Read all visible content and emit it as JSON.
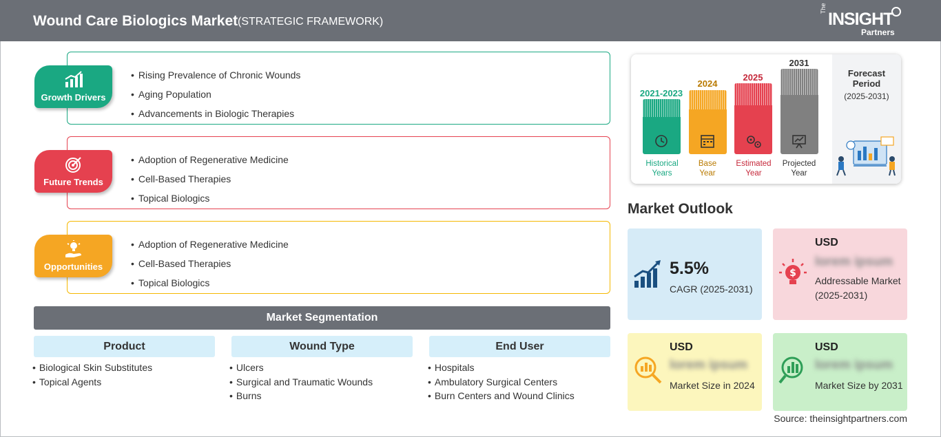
{
  "header": {
    "title": "Wound Care Biologics Market",
    "subtitle": "(STRATEGIC FRAMEWORK)",
    "logo": {
      "the": "The",
      "insight": "INSIGHT",
      "partners": "Partners"
    }
  },
  "drivers": [
    {
      "label": "Growth Drivers",
      "color": "#1aa882",
      "icon": "bar-chart-growth-icon",
      "items": [
        "Rising Prevalence of Chronic Wounds",
        "Aging Population",
        "Advancements in Biologic Therapies"
      ]
    },
    {
      "label": "Future Trends",
      "color": "#e5414f",
      "icon": "target-icon",
      "items": [
        "Adoption of Regenerative Medicine",
        "Cell-Based Therapies",
        "Topical Biologics"
      ]
    },
    {
      "label": "Opportunities",
      "color": "#f5a623",
      "icon": "hand-lightbulb-icon",
      "items": [
        "Adoption of Regenerative Medicine",
        "Cell-Based Therapies",
        "Topical Biologics"
      ]
    }
  ],
  "segmentation": {
    "title": "Market Segmentation",
    "columns": [
      {
        "head": "Product",
        "items": [
          "Biological Skin Substitutes",
          "Topical Agents"
        ]
      },
      {
        "head": "Wound Type",
        "items": [
          "Ulcers",
          "Surgical and Traumatic Wounds",
          "Burns"
        ]
      },
      {
        "head": "End User",
        "items": [
          "Hospitals",
          "Ambulatory Surgical Centers",
          "Burn Centers and Wound Clinics"
        ]
      }
    ]
  },
  "timeline": {
    "periods": [
      {
        "year": "2021-2023",
        "label_line1": "Historical",
        "label_line2": "Years",
        "color": "#1aa882",
        "icon": "history-icon"
      },
      {
        "year": "2024",
        "label_line1": "Base",
        "label_line2": "Year",
        "color": "#f5a623",
        "icon": "calendar-icon"
      },
      {
        "year": "2025",
        "label_line1": "Estimated",
        "label_line2": "Year",
        "color": "#e5414f",
        "icon": "gears-icon"
      },
      {
        "year": "2031",
        "label_line1": "Projected",
        "label_line2": "Year",
        "color": "#808080",
        "icon": "presentation-icon"
      }
    ],
    "forecast_title_line1": "Forecast",
    "forecast_title_line2": "Period",
    "forecast_range": "(2025-2031)"
  },
  "outlook": {
    "title": "Market Outlook",
    "cagr": {
      "value": "5.5%",
      "desc": "CAGR (2025-2031)",
      "bg": "#d6ebf7",
      "icon": "growth-chart-icon"
    },
    "addressable": {
      "usd": "USD",
      "blurred": "lorem ipsum",
      "desc": "Addressable Market (2025-2031)",
      "bg": "#f8d7dc",
      "icon": "lightbulb-dollar-icon"
    },
    "size_2024": {
      "usd": "USD",
      "blurred": "lorem ipsum",
      "desc": "Market Size in 2024",
      "bg": "#fcf6bd",
      "icon": "magnifier-chart-icon"
    },
    "size_2031": {
      "usd": "USD",
      "blurred": "lorem ipsum",
      "desc": "Market Size by 2031",
      "bg": "#c9efc9",
      "icon": "magnifier-bars-icon"
    }
  },
  "source": "Source: theinsightpartners.com"
}
